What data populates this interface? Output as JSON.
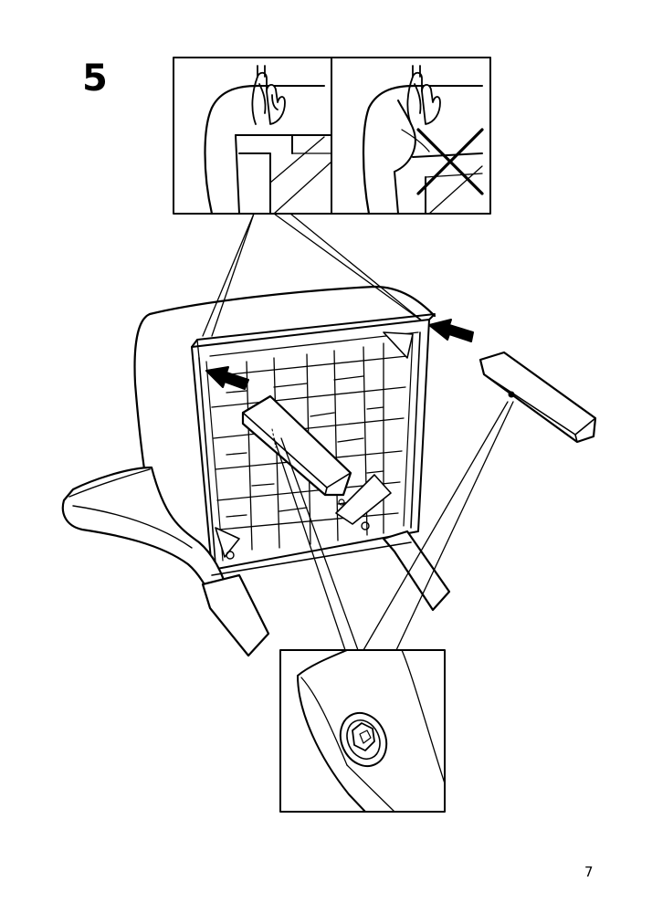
{
  "step": {
    "number": "5"
  },
  "page": {
    "number": "7"
  },
  "detail_panels": [
    {
      "name": "correct-grip-detail",
      "status": "correct"
    },
    {
      "name": "incorrect-grip-detail",
      "status": "incorrect"
    },
    {
      "name": "leg-bolt-detail",
      "status": "info"
    }
  ],
  "colors": {
    "line": "#000000",
    "fill": "#ffffff",
    "arrow": "#000000"
  }
}
